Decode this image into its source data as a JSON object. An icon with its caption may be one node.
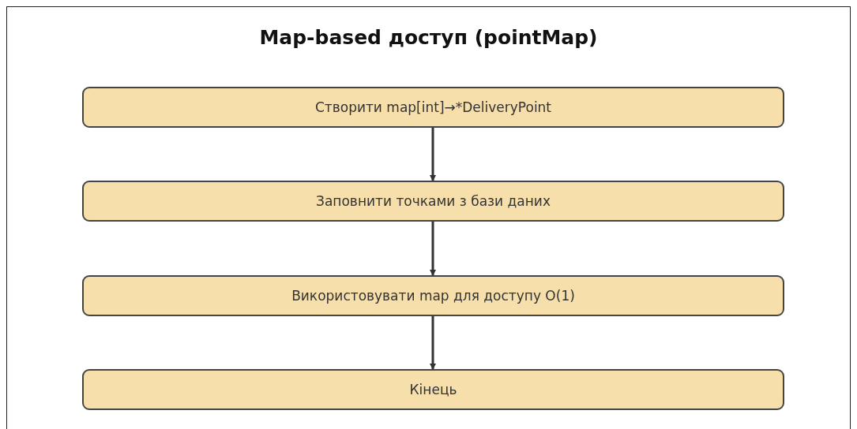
{
  "diagram": {
    "title": "Map-based доступ (pointMap)",
    "nodes": [
      {
        "text": [
          "Створити map[int]→*DeliveryPoint"
        ]
      },
      {
        "text": [
          "Заповнити точками з бази даних"
        ]
      },
      {
        "text": [
          "Використовувати map для доступу O(1)"
        ]
      },
      {
        "text": [
          "Кінець"
        ]
      }
    ],
    "edges": [
      {
        "from": 0,
        "to": 1,
        "arrow": "to"
      },
      {
        "from": 1,
        "to": 2,
        "arrow": "to"
      },
      {
        "from": 2,
        "to": 3,
        "arrow": "to"
      }
    ]
  }
}
